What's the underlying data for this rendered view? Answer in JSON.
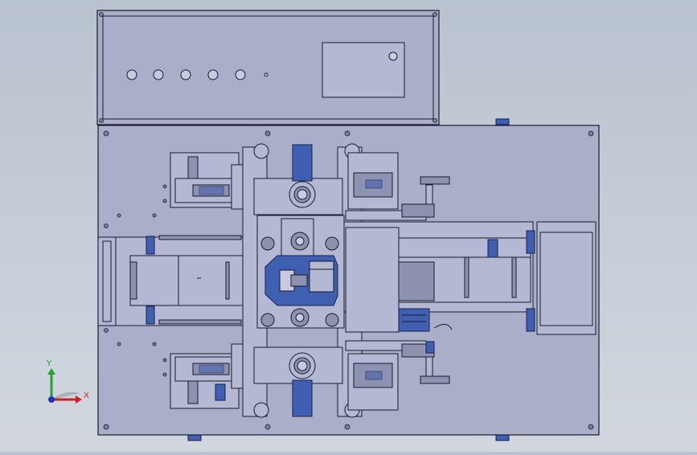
{
  "viewport": {
    "background_top": "#b9c2cf",
    "background_bottom": "#d2d7de"
  },
  "model": {
    "body_color": "#a9aec9",
    "panel_color": "#b4b8d2",
    "line_color": "#1a1a2a",
    "accent_blue": "#3f5fb0",
    "control_panel": {
      "button_count": 5,
      "indicator_count": 1
    }
  },
  "triad": {
    "x_label": "X",
    "y_label": "Y",
    "x_color": "#d02020",
    "y_color": "#20a030",
    "z_color": "#2030c0"
  }
}
